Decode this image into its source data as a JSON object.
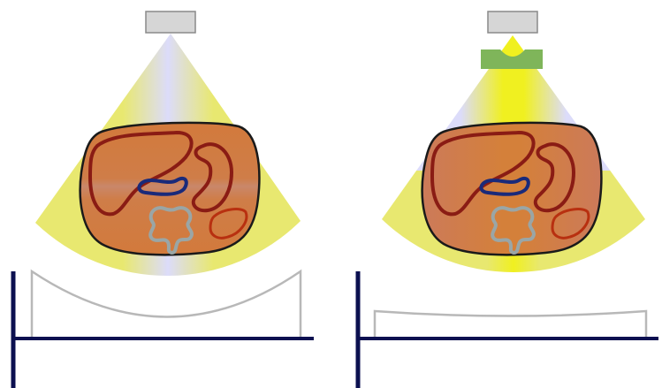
{
  "colors": {
    "background": "#ffffff",
    "beam_yellow": "#e8e870",
    "beam_center": "#f0f020",
    "beam_lavender": "#dcdcfa",
    "source_box_fill": "#d6d6d6",
    "source_box_stroke": "#8a8a8a",
    "filter_green": "#7fb55a",
    "body_fill": "#d27a3c",
    "body_stroke": "#1a1a1a",
    "organ_dark_red": "#8a1c14",
    "organ_red": "#b83010",
    "kidney_navy": "#1a2a7a",
    "spine_gray": "#9aa6a6",
    "profile_gray": "#b8b8b8",
    "axis_navy": "#0c1050"
  },
  "panels": [
    {
      "id": "left",
      "filter": false,
      "dose_profile": "curved"
    },
    {
      "id": "right",
      "filter": true,
      "dose_profile": "flat"
    }
  ]
}
